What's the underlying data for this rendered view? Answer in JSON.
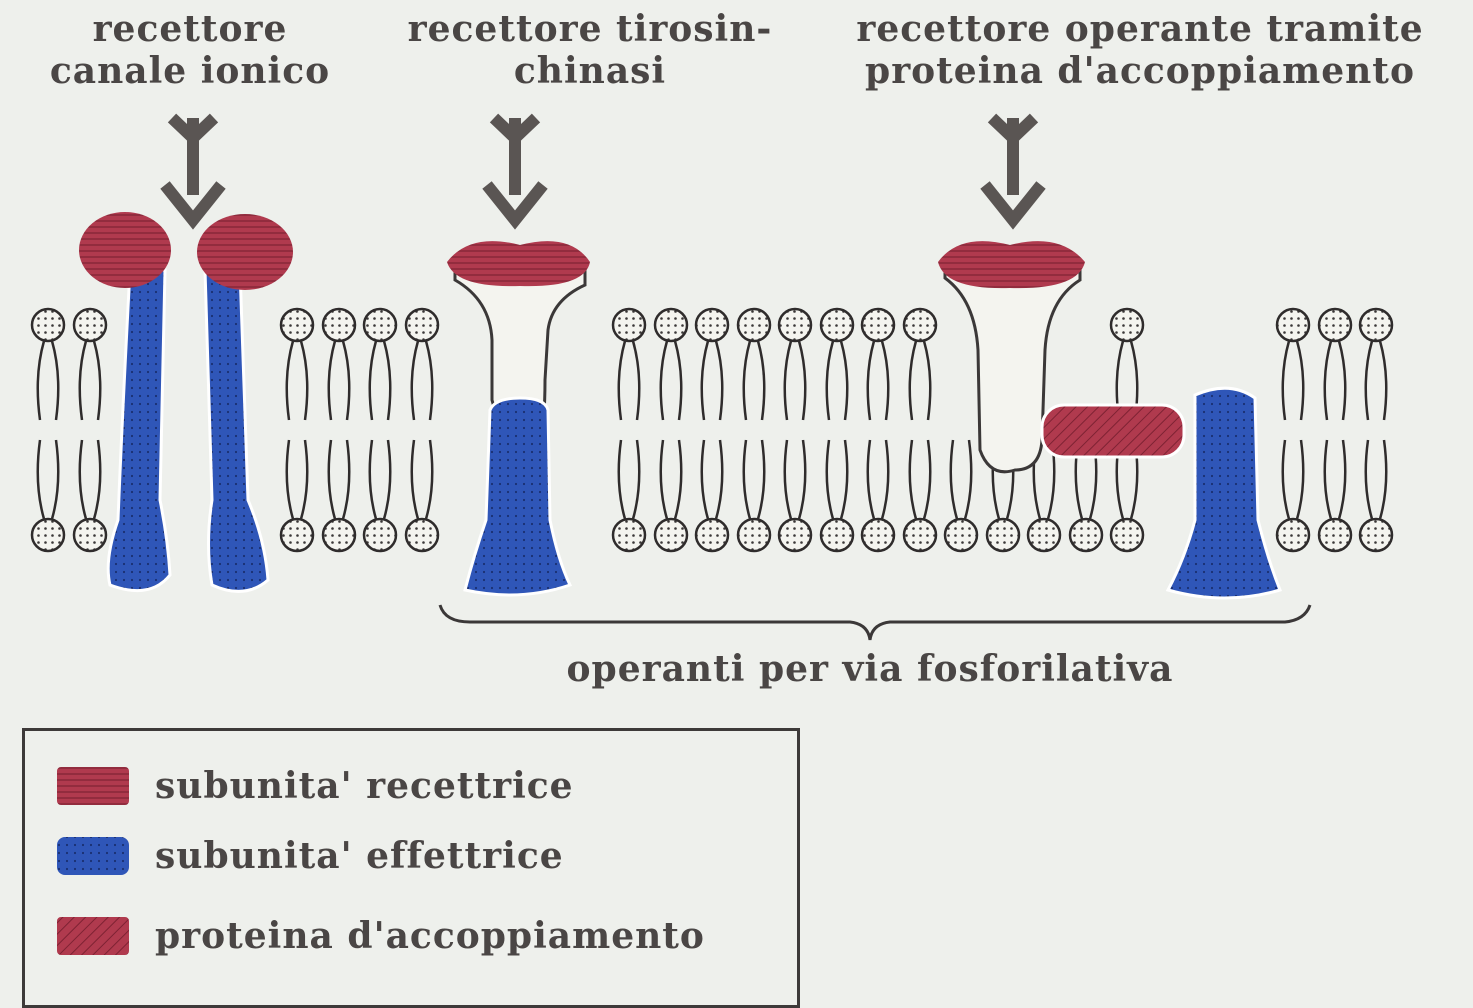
{
  "labels": {
    "ion_channel": "recettore canale ionico",
    "tyrosine_kinase": "recettore tirosin-chinasi",
    "coupling_protein": "recettore operante tramite proteina d'accoppiamento",
    "phosphorylation": "operanti per via fosforilativa"
  },
  "legend": {
    "items": [
      {
        "text": "subunita' recettrice",
        "color": "#b03a4e",
        "pattern": "horizontal-lines"
      },
      {
        "text": "subunita' effettrice",
        "color": "#2f56b8",
        "pattern": "dots"
      },
      {
        "text": "proteina d'accoppiamento",
        "color": "#b03a4e",
        "pattern": "diagonal-lines"
      }
    ]
  },
  "colors": {
    "receptor": "#b03a4e",
    "effector": "#2f56b8",
    "ink": "#4a4645"
  }
}
